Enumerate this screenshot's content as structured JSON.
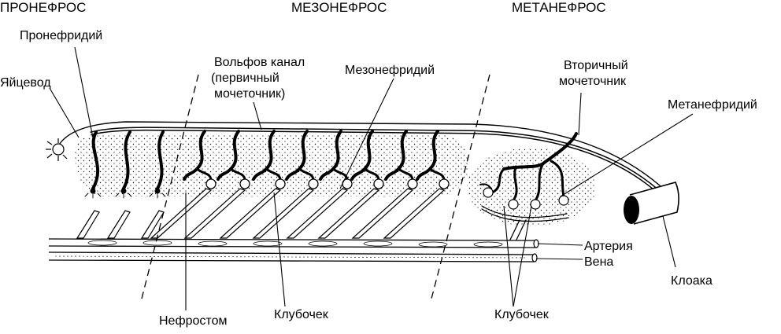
{
  "headers": {
    "pronephros": "ПРОНЕФРОС",
    "mesonephros": "МЕЗОНЕФРОС",
    "metanephros": "МЕТАНЕФРОС"
  },
  "labels": {
    "pronephridium": "Пронефридий",
    "oviduct": "Яйцевод",
    "wolffian_1": "Вольфов канал",
    "wolffian_2": "(первичный",
    "wolffian_3": "мочеточник)",
    "mesonephridium": "Мезонефридий",
    "ureter_1": "Вторичный",
    "ureter_2": "мочеточник",
    "metanephridium": "Метанефридий",
    "artery": "Артерия",
    "vein": "Вена",
    "cloaca": "Клоака",
    "nephrostome": "Нефростом",
    "glomerulus_mid": "Клубочек",
    "glomerulus_right": "Клубочек"
  },
  "colors": {
    "ink": "#000000",
    "paper": "#ffffff"
  }
}
